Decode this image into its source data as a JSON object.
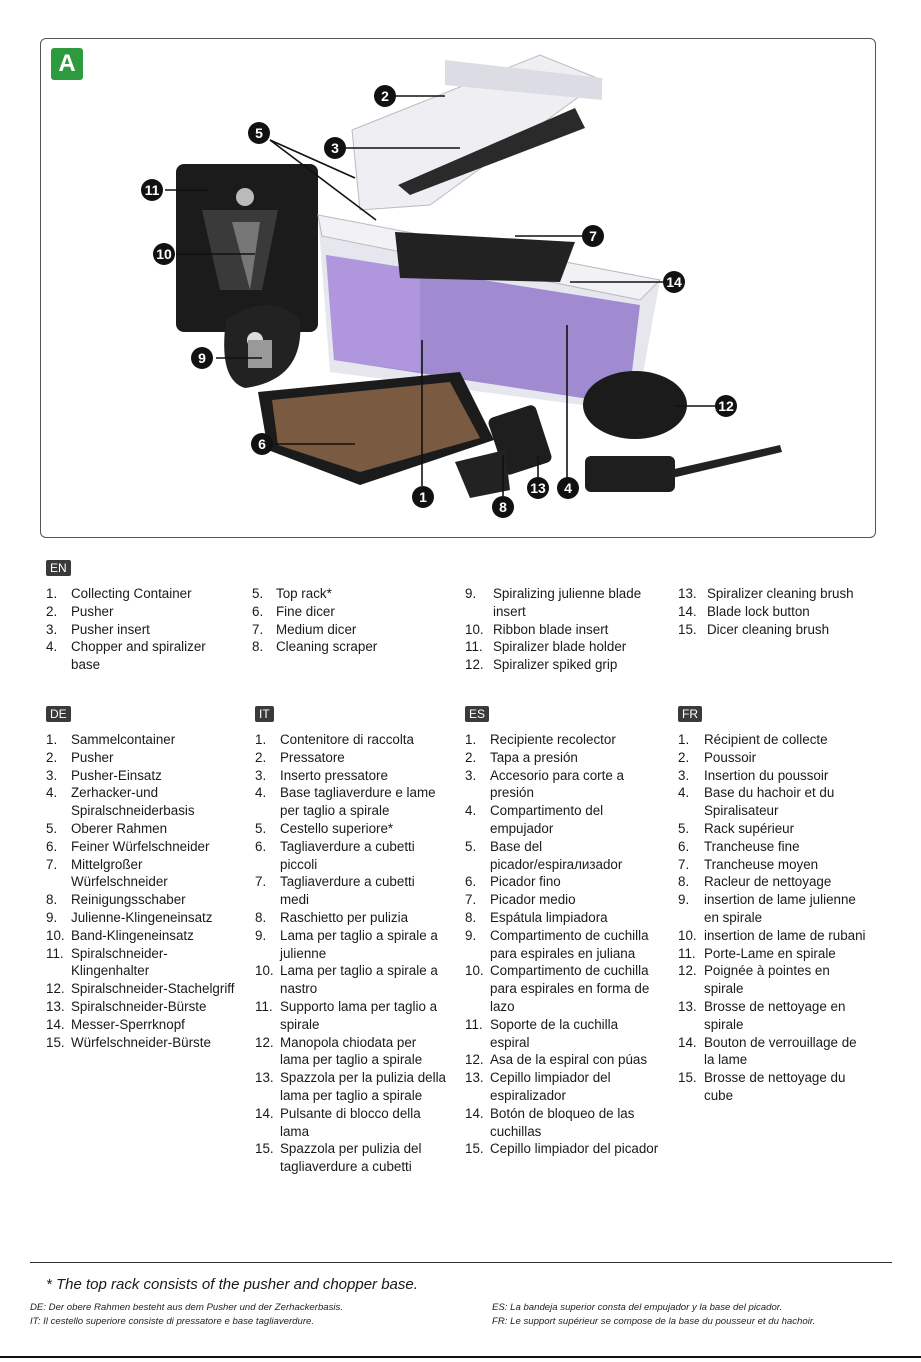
{
  "figure": {
    "badge": "A",
    "callouts": [
      "1",
      "2",
      "3",
      "4",
      "5",
      "6",
      "7",
      "8",
      "9",
      "10",
      "11",
      "12",
      "13",
      "14"
    ]
  },
  "en": {
    "tag": "EN",
    "col1": [
      [
        "1.",
        "Collecting Container"
      ],
      [
        "2.",
        "Pusher"
      ],
      [
        "3.",
        "Pusher insert"
      ],
      [
        "4.",
        "Chopper and spiralizer base"
      ]
    ],
    "col2": [
      [
        "5.",
        "Top rack*"
      ],
      [
        "6.",
        "Fine dicer"
      ],
      [
        "7.",
        "Medium dicer"
      ],
      [
        "8.",
        "Cleaning scraper"
      ]
    ],
    "col3": [
      [
        "9.",
        "Spiralizing julienne blade insert"
      ],
      [
        "10.",
        "Ribbon blade insert"
      ],
      [
        "11.",
        "Spiralizer blade holder"
      ],
      [
        "12.",
        "Spiralizer spiked grip"
      ]
    ],
    "col4": [
      [
        "13.",
        "Spiralizer cleaning brush"
      ],
      [
        "14.",
        "Blade lock button"
      ],
      [
        "15.",
        "Dicer cleaning brush"
      ]
    ]
  },
  "de": {
    "tag": "DE",
    "items": [
      [
        "1.",
        "Sammelcontainer"
      ],
      [
        "2.",
        "Pusher"
      ],
      [
        "3.",
        "Pusher-Einsatz"
      ],
      [
        "4.",
        "Zerhacker-und Spiralschneiderbasis"
      ],
      [
        "5.",
        "Oberer Rahmen"
      ],
      [
        "6.",
        "Feiner Würfelschneider"
      ],
      [
        "7.",
        "Mittelgroßer Würfelschneider"
      ],
      [
        "8.",
        "Reinigungsschaber"
      ],
      [
        "9.",
        "Julienne-Klingeneinsatz"
      ],
      [
        "10.",
        "Band-Klingeneinsatz"
      ],
      [
        "11.",
        "Spiralschneider-Klingenhalter"
      ],
      [
        "12.",
        "Spiralschneider-Stachelgriff"
      ],
      [
        "13.",
        "Spiralschneider-Bürste"
      ],
      [
        "14.",
        "Messer-Sperrknopf"
      ],
      [
        "15.",
        "Würfelschneider-Bürste"
      ]
    ]
  },
  "it": {
    "tag": "IT",
    "items": [
      [
        "1.",
        "Contenitore di raccolta"
      ],
      [
        "2.",
        "Pressatore"
      ],
      [
        "3.",
        "Inserto pressatore"
      ],
      [
        "4.",
        "Base tagliaverdure e lame per taglio a spirale"
      ],
      [
        "5.",
        "Cestello superiore*"
      ],
      [
        "6.",
        "Tagliaverdure a cubetti piccoli"
      ],
      [
        "7.",
        "Tagliaverdure a cubetti medi"
      ],
      [
        "8.",
        "Raschietto per pulizia"
      ],
      [
        "9.",
        "Lama per taglio a spirale a julienne"
      ],
      [
        "10.",
        "Lama per taglio a spirale a nastro"
      ],
      [
        "11.",
        "Supporto lama per taglio a spirale"
      ],
      [
        "12.",
        "Manopola chiodata per lama per taglio a spirale"
      ],
      [
        "13.",
        "Spazzola per la pulizia della lama per taglio a spirale"
      ],
      [
        "14.",
        "Pulsante di blocco della lama"
      ],
      [
        "15.",
        "Spazzola per pulizia del tagliaverdure a cubetti"
      ]
    ]
  },
  "es": {
    "tag": "ES",
    "items": [
      [
        "1.",
        "Recipiente recolector"
      ],
      [
        "2.",
        "Tapa a presión"
      ],
      [
        "3.",
        "Accesorio para corte a presión"
      ],
      [
        "4.",
        "Compartimento del empujador"
      ],
      [
        "5.",
        "Base del picador/espirализador"
      ],
      [
        "6.",
        "Picador fino"
      ],
      [
        "7.",
        "Picador medio"
      ],
      [
        "8.",
        "Espátula limpiadora"
      ],
      [
        "9.",
        "Compartimento de cuchilla para espirales en juliana"
      ],
      [
        "10.",
        "Compartimento de cuchilla para espirales en forma de lazo"
      ],
      [
        "11.",
        "Soporte de la cuchilla espiral"
      ],
      [
        "12.",
        "Asa de la espiral con púas"
      ],
      [
        "13.",
        "Cepillo limpiador del espiralizador"
      ],
      [
        "14.",
        "Botón de bloqueo de las cuchillas"
      ],
      [
        "15.",
        "Cepillo limpiador del picador"
      ]
    ]
  },
  "fr": {
    "tag": "FR",
    "items": [
      [
        "1.",
        "Récipient de collecte"
      ],
      [
        "2.",
        "Poussoir"
      ],
      [
        "3.",
        "Insertion du poussoir"
      ],
      [
        "4.",
        "Base du hachoir et du Spiralisateur"
      ],
      [
        "5.",
        "Rack supérieur"
      ],
      [
        "6.",
        "Trancheuse fine"
      ],
      [
        "7.",
        "Trancheuse moyen"
      ],
      [
        "8.",
        "Racleur de nettoyage"
      ],
      [
        "9.",
        "insertion de lame julienne en spirale"
      ],
      [
        "10.",
        "insertion de lame de rubani"
      ],
      [
        "11.",
        "Porte-Lame en spirale"
      ],
      [
        "12.",
        "Poignée à pointes en spirale"
      ],
      [
        "13.",
        "Brosse de nettoyage en spirale"
      ],
      [
        "14.",
        "Bouton de verrouillage de la lame"
      ],
      [
        "15.",
        "Brosse de nettoyage du cube"
      ]
    ]
  },
  "notes": {
    "main": "* The top rack consists of the pusher and chopper base.",
    "de": "DE: Der obere Rahmen besteht aus dem Pusher und der Zerhackerbasis.",
    "it": "IT: Il cestello superiore consiste di pressatore e base tagliaverdure.",
    "es": "ES: La bandeja superior consta del empujador y la base del picador.",
    "fr": "FR: Le support supérieur se compose de la base du pousseur et du hachoir."
  }
}
